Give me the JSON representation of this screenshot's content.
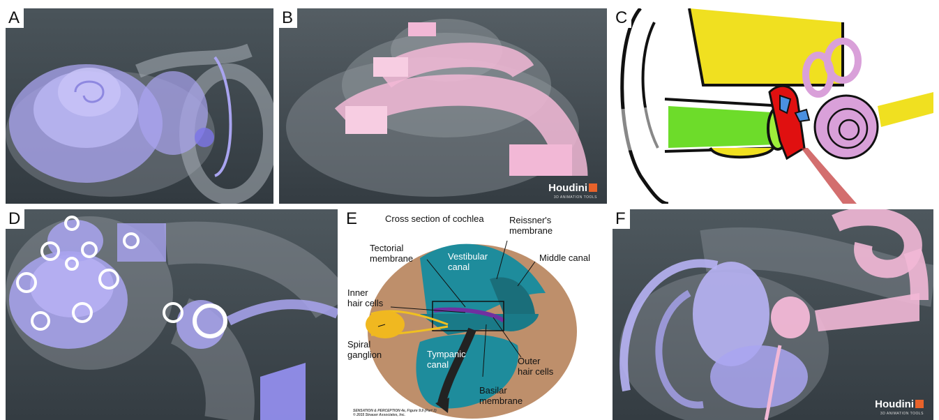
{
  "panels": {
    "a": {
      "label": "A"
    },
    "b": {
      "label": "B",
      "watermark": "Houdini",
      "watermark_sub": "3D ANIMATION TOOLS"
    },
    "c": {
      "label": "C"
    },
    "d": {
      "label": "D"
    },
    "e": {
      "label": "E",
      "title": "Cross section of cochlea",
      "labels": {
        "reissner": "Reissner's\nmembrane",
        "tectorial": "Tectorial\nmembrane",
        "vestibular": "Vestibular\ncanal",
        "middle": "Middle canal",
        "inner_hair": "Inner\nhair cells",
        "spiral": "Spiral\nganglion",
        "tympanic": "Tympanic\ncanal",
        "outer_hair": "Outer\nhair cells",
        "basilar": "Basilar\nmembrane"
      },
      "footnote": "SENSATION & PERCEPTION 4e, Figure 9.9 (Part 2)\n© 2015 Sinauer Associates, Inc."
    },
    "f": {
      "label": "F",
      "watermark": "Houdini",
      "watermark_sub": "3D ANIMATION TOOLS"
    }
  },
  "colors": {
    "background": "#3a4248",
    "purple": "#a9a4f0",
    "pink": "#f2b8d6",
    "yellow": "#f0e020",
    "green": "#6ddc2a",
    "red": "#e01010",
    "teal": "#1e8c9c"
  }
}
